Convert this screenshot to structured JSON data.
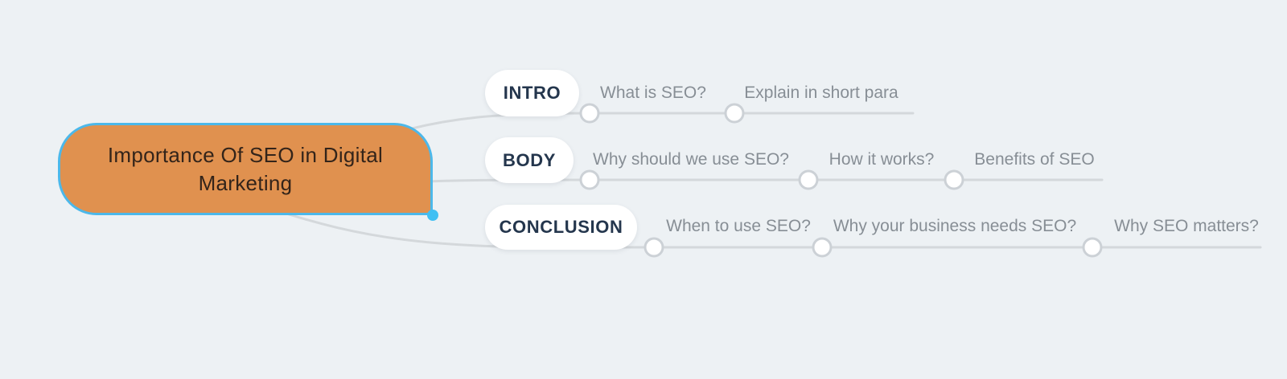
{
  "root": {
    "title": "Importance Of SEO in Digital Marketing"
  },
  "branches": [
    {
      "label": "INTRO",
      "subtopics": [
        "What is SEO?",
        "Explain in short para"
      ]
    },
    {
      "label": "BODY",
      "subtopics": [
        "Why should we use SEO?",
        "How it works?",
        "Benefits of SEO"
      ]
    },
    {
      "label": "CONCLUSION",
      "subtopics": [
        "When to use SEO?",
        "Why your business needs SEO?",
        "Why SEO matters?"
      ]
    }
  ],
  "colors": {
    "background": "#edf1f4",
    "root_fill": "#e0914f",
    "root_border": "#4cb8ea",
    "root_text": "#33241a",
    "handle": "#41c0f3",
    "line": "#d4d8db",
    "circle_border": "#ccd1d6",
    "pill_fill": "#ffffff",
    "pill_text": "#24364d",
    "label_text": "#878e95"
  }
}
